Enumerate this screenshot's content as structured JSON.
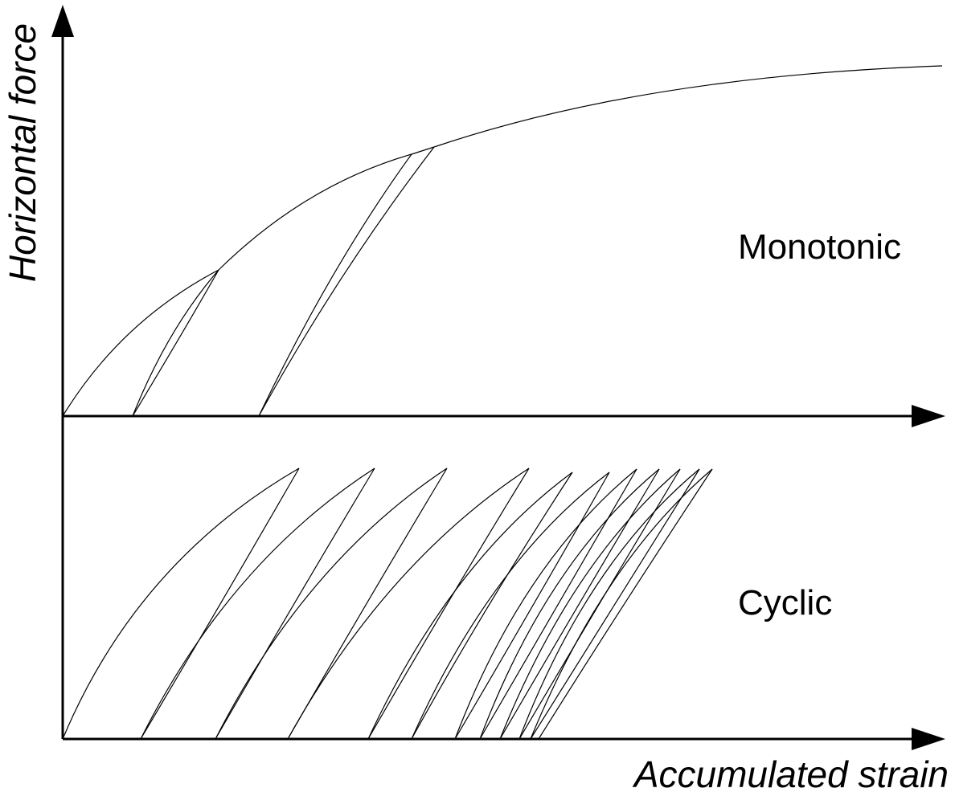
{
  "diagram": {
    "y_axis_label": "Horizontal force",
    "x_axis_label": "Accumulated strain",
    "top_panel_label": "Monotonic",
    "bottom_panel_label": "Cyclic",
    "line_color": "#000000",
    "background_color": "#ffffff"
  }
}
